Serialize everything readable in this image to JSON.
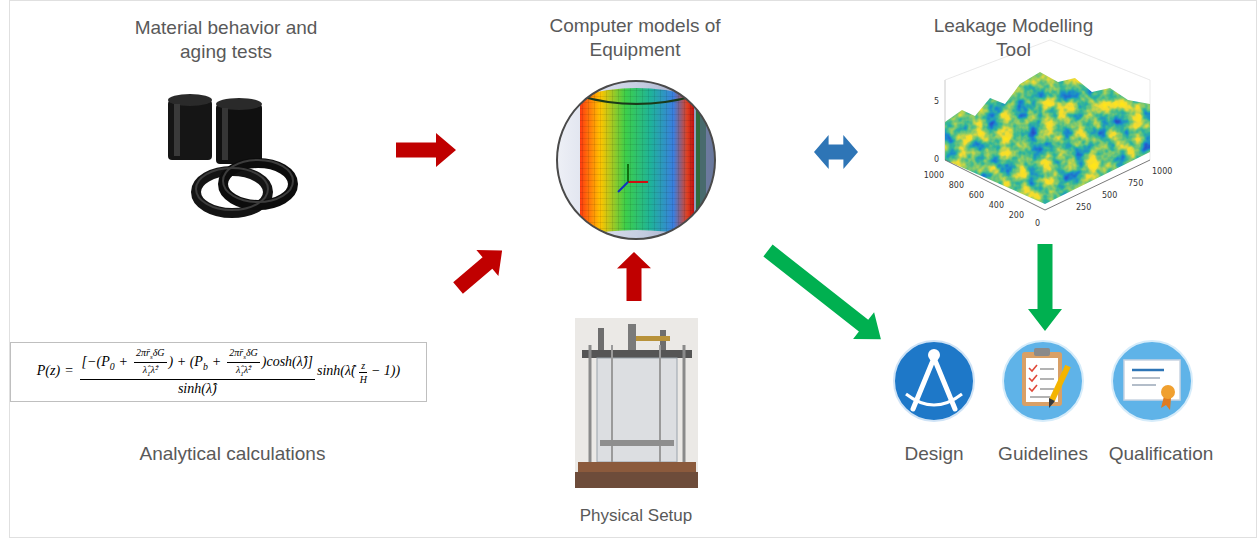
{
  "diagram": {
    "nodes": [
      {
        "text": [
          "Material behavior and aging tests"
        ]
      },
      {
        "text": [
          "Analytical calculations"
        ]
      },
      {
        "text": [
          "Computer models of Equipment"
        ]
      },
      {
        "text": [
          "Physical Setup"
        ]
      },
      {
        "text": [
          "Leakage Modelling Tool"
        ]
      },
      {
        "text": [
          "Design"
        ]
      },
      {
        "text": [
          "Guidelines"
        ]
      },
      {
        "text": [
          "Qualification"
        ]
      }
    ],
    "edges": [
      {
        "from": 0,
        "to": 2,
        "arrow": "to"
      },
      {
        "from": 1,
        "to": 2,
        "arrow": "to"
      },
      {
        "from": 3,
        "to": 2,
        "arrow": "to"
      },
      {
        "from": 2,
        "to": 4,
        "arrow": "both"
      },
      {
        "from": 2,
        "to": 5,
        "arrow": "to"
      },
      {
        "from": 4,
        "to": 6,
        "arrow": "to"
      }
    ],
    "labels": [
      "P(z)",
      "=",
      "[−(P",
      "0",
      "+",
      "2πr̄",
      "s",
      "δG",
      "λ̂",
      "1",
      "λ̂²",
      ") + (P",
      "b",
      "+",
      "2πr̄",
      "s",
      "δG",
      "λ̂",
      "1",
      "λ̂²",
      ")cosh(λ̂)]",
      "sinh(λ̂)",
      "sinh",
      "(λ̂(",
      "z",
      "H",
      "− 1))",
      "5",
      "0",
      "1000",
      "800",
      "600",
      "400",
      "200",
      "0",
      "250",
      "500",
      "750",
      "1000"
    ]
  }
}
